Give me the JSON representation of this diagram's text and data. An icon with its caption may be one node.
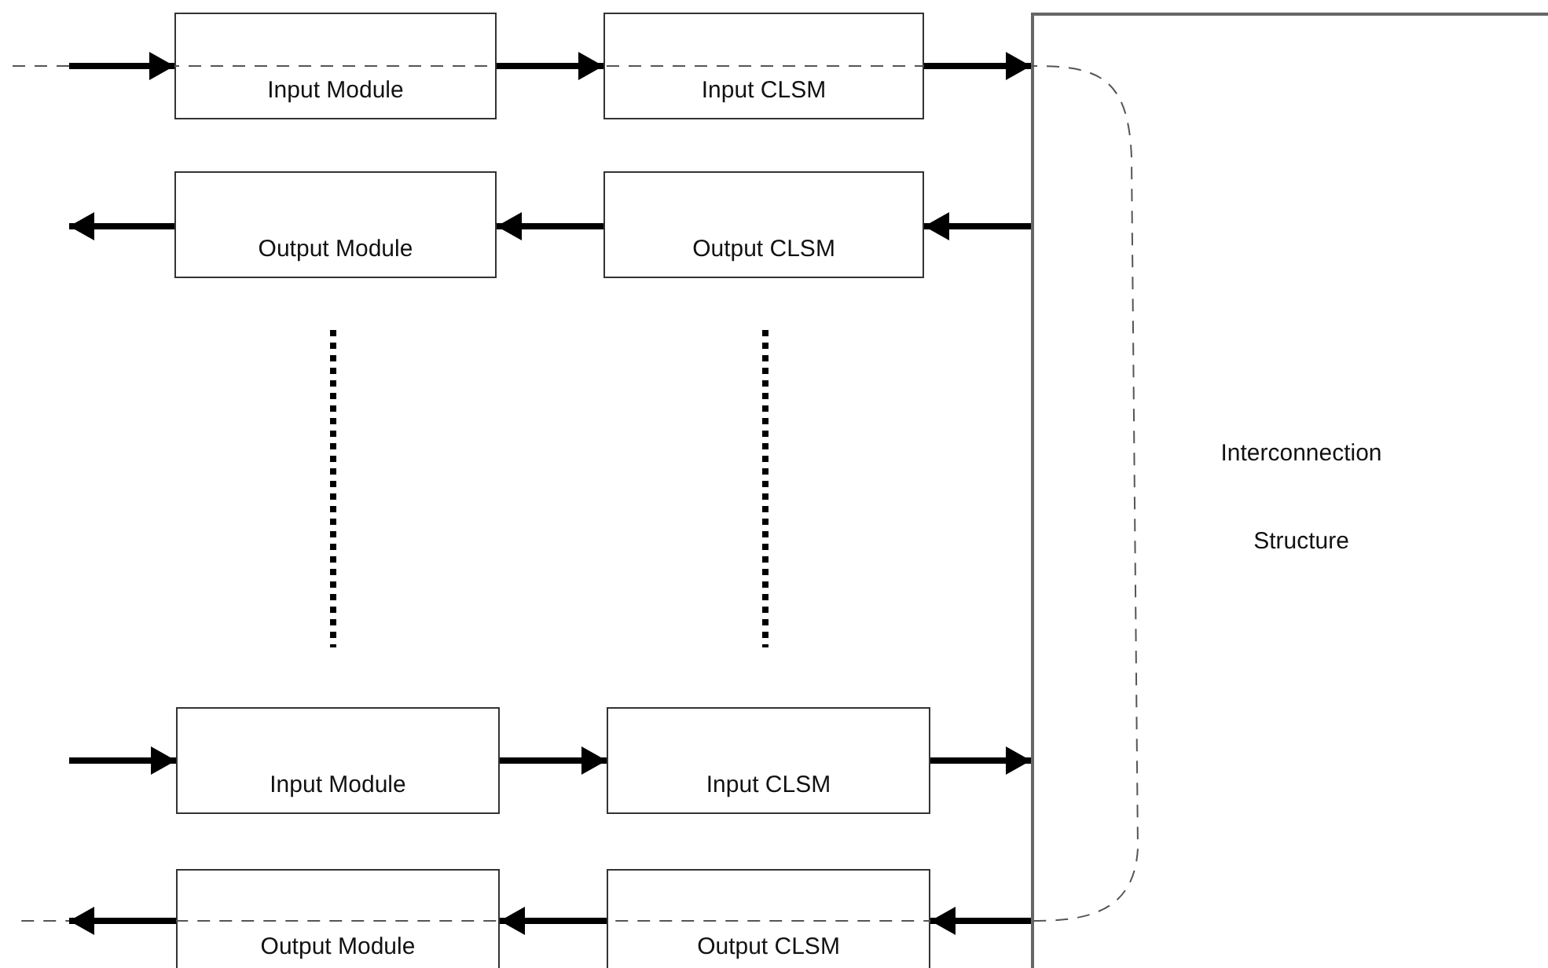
{
  "diagram": {
    "nodes": [
      {
        "text": [
          "Input Module"
        ]
      },
      {
        "text": [
          "Input CLSM"
        ]
      },
      {
        "text": [
          "Output Module"
        ]
      },
      {
        "text": [
          "Output CLSM"
        ]
      },
      {
        "text": [
          "Input Module"
        ]
      },
      {
        "text": [
          "Input CLSM"
        ]
      },
      {
        "text": [
          "Output Module"
        ]
      },
      {
        "text": [
          "Output CLSM"
        ]
      },
      {
        "text": [
          "Interconnection",
          "Structure"
        ]
      }
    ],
    "edges": [
      {
        "from": null,
        "to": 0,
        "arrow": "to"
      },
      {
        "from": 0,
        "to": 1,
        "arrow": "to"
      },
      {
        "from": 1,
        "to": 8,
        "arrow": "to"
      },
      {
        "from": 8,
        "to": 3,
        "arrow": "to"
      },
      {
        "from": 3,
        "to": 2,
        "arrow": "to"
      },
      {
        "from": 2,
        "to": null,
        "arrow": "to"
      },
      {
        "from": null,
        "to": 4,
        "arrow": "to"
      },
      {
        "from": 4,
        "to": 5,
        "arrow": "to"
      },
      {
        "from": 5,
        "to": 8,
        "arrow": "to"
      },
      {
        "from": 8,
        "to": 7,
        "arrow": "to"
      },
      {
        "from": 7,
        "to": 6,
        "arrow": "to"
      },
      {
        "from": 6,
        "to": null,
        "arrow": "to"
      }
    ]
  }
}
